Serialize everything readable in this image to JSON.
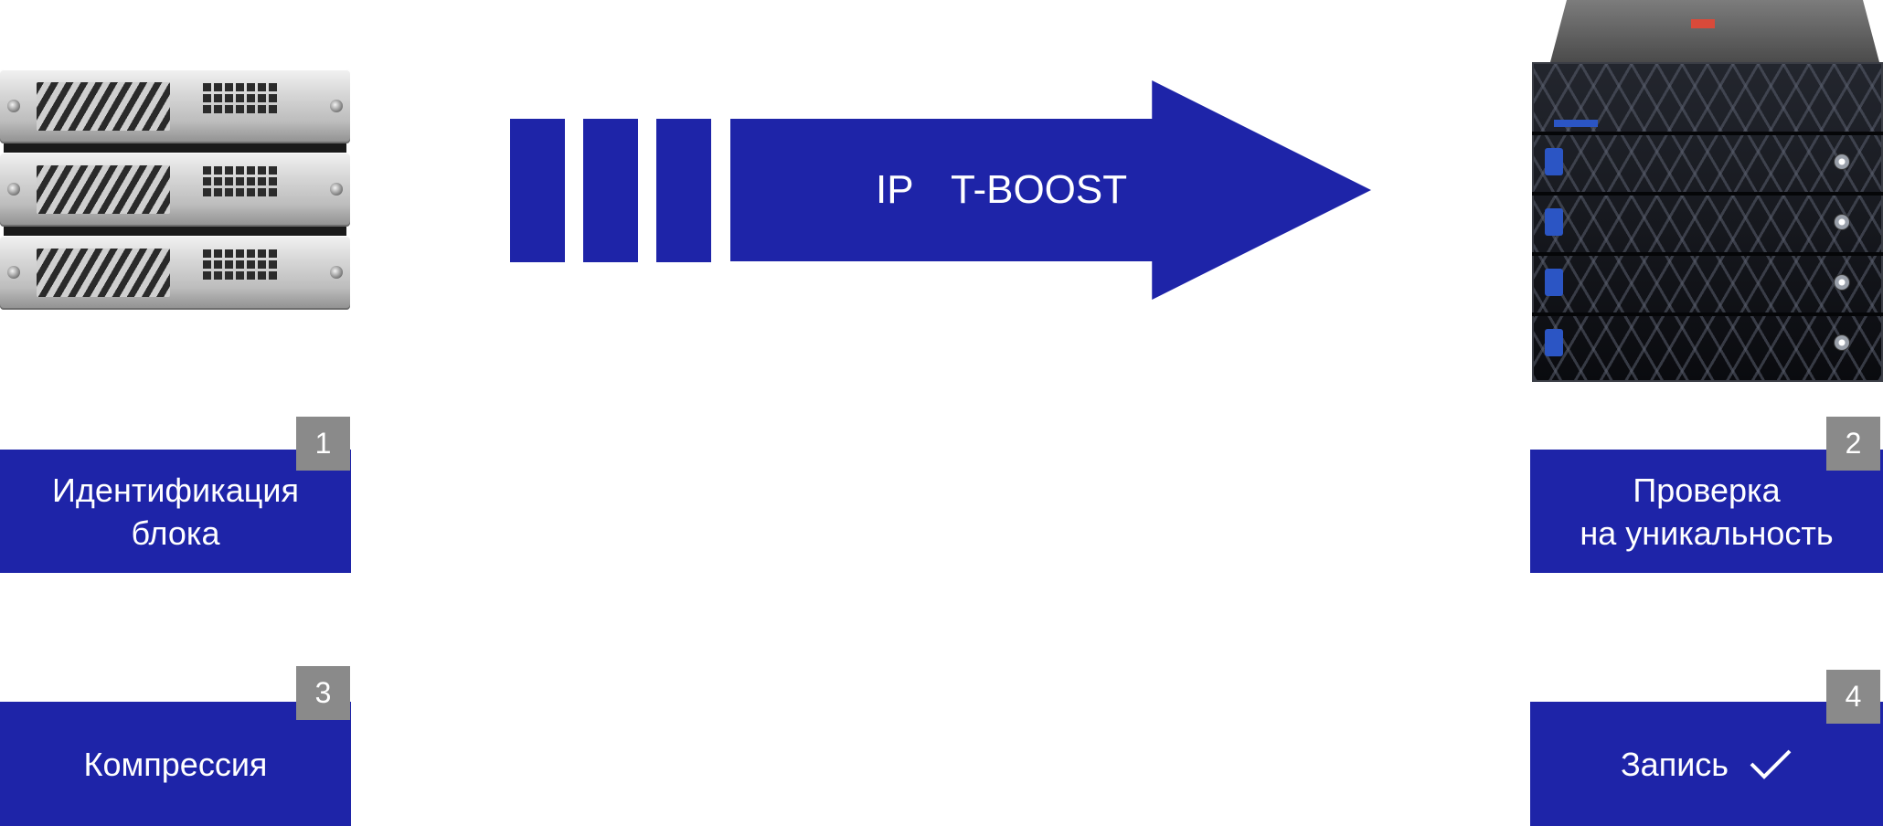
{
  "colors": {
    "primary": "#1e24a8",
    "badge": "#8a8a8a",
    "text": "#ffffff"
  },
  "left_device": {
    "icon": "rack-server-icon"
  },
  "right_device": {
    "icon": "backup-appliance-icon"
  },
  "arrow": {
    "label_left": "IP",
    "label_right": "T-BOOST"
  },
  "steps": [
    {
      "number": "1",
      "line1": "Идентификация",
      "line2": "блока"
    },
    {
      "number": "2",
      "line1": "Проверка",
      "line2": "на уникальность"
    },
    {
      "number": "3",
      "line1": "Компрессия"
    },
    {
      "number": "4",
      "line1": "Запись",
      "icon": "check-icon"
    }
  ]
}
